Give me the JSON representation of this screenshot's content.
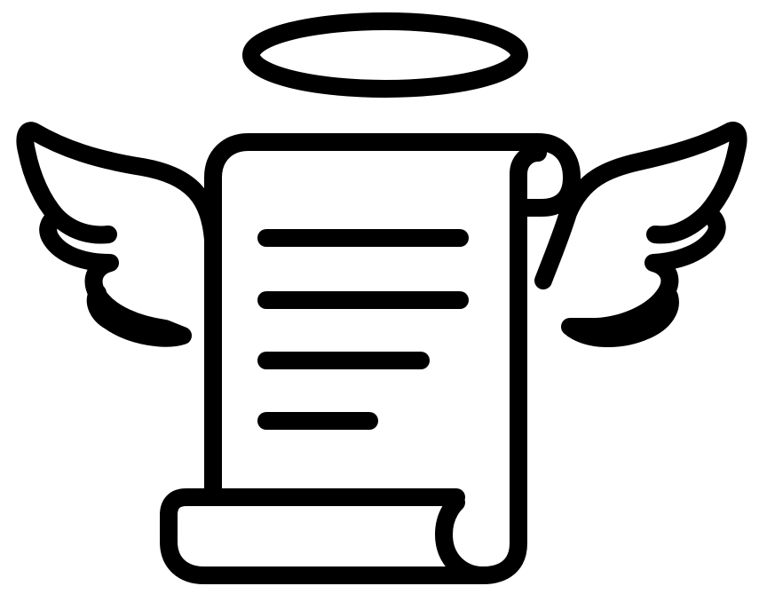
{
  "icon": {
    "name": "angel-scroll-icon",
    "parts": [
      "halo",
      "left-wing",
      "right-wing",
      "scroll",
      "text-lines"
    ],
    "text_lines": 4
  },
  "colors": {
    "background": "#ffffff",
    "stroke": "#000000"
  }
}
